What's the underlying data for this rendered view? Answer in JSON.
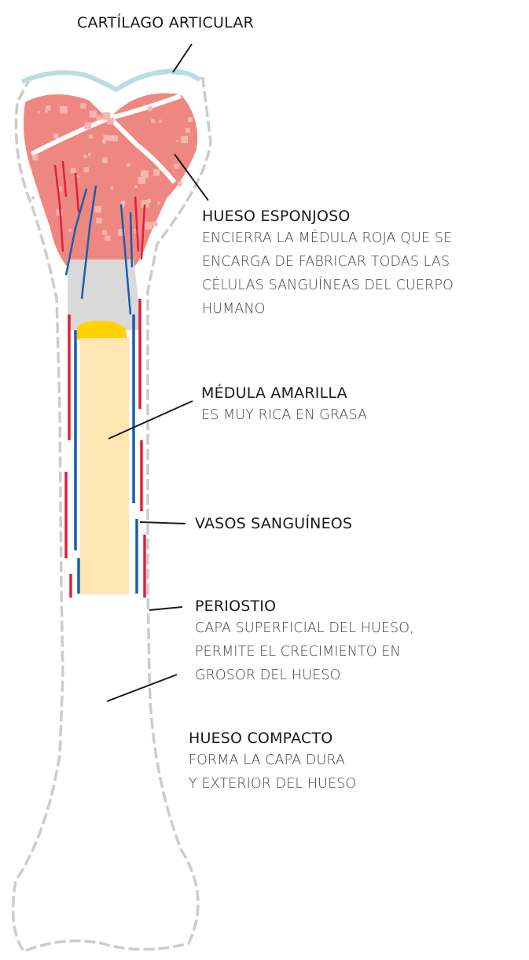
{
  "colors": {
    "outline": "#cccccc",
    "cartilage": "#b8dde3",
    "spongy_bone": "#ee8780",
    "spongy_light": "#f6b6ae",
    "marrow_cavity": "#d9d9d9",
    "yellow_marrow": "#ffe5b2",
    "yellow_marrow_top": "#ffd200",
    "artery": "#e0203c",
    "vein": "#1a5fa8",
    "leader_line": "#1a1a1a"
  },
  "labels": {
    "cartilage": {
      "title": "CARTÍLAGO ARTICULAR"
    },
    "spongy": {
      "title": "HUESO ESPONJOSO",
      "desc": [
        "ENCIERRA LA MÉDULA ROJA QUE SE",
        "ENCARGA DE FABRICAR TODAS LAS",
        "CÉLULAS SANGUÍNEAS DEL CUERPO",
        "HUMANO"
      ]
    },
    "yellow_marrow": {
      "title": "MÉDULA AMARILLA",
      "desc": [
        "ES MUY RICA EN GRASA"
      ]
    },
    "vessels": {
      "title": "VASOS SANGUÍNEOS"
    },
    "periosteum": {
      "title": "PERIOSTIO",
      "desc": [
        "CAPA SUPERFICIAL DEL HUESO,",
        "PERMITE EL CRECIMIENTO EN",
        "GROSOR DEL HUESO"
      ]
    },
    "compact": {
      "title": "HUESO COMPACTO",
      "desc": [
        "FORMA LA CAPA DURA",
        "Y EXTERIOR DEL HUESO"
      ]
    }
  }
}
